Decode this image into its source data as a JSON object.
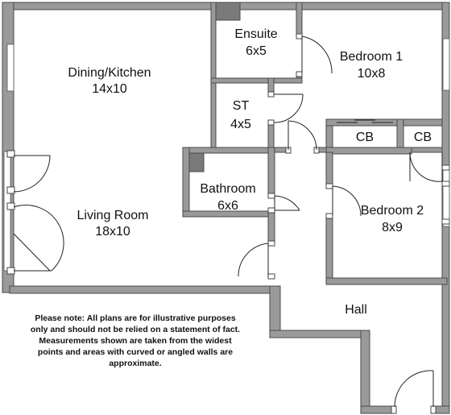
{
  "rooms": {
    "dining_kitchen": {
      "name": "Dining/Kitchen",
      "size": "14x10"
    },
    "living_room": {
      "name": "Living Room",
      "size": "18x10"
    },
    "ensuite": {
      "name": "Ensuite",
      "size": "6x5"
    },
    "bedroom1": {
      "name": "Bedroom 1",
      "size": "10x8"
    },
    "st": {
      "name": "ST",
      "size": "4x5"
    },
    "cb1": {
      "name": "CB"
    },
    "cb2": {
      "name": "CB"
    },
    "bathroom": {
      "name": "Bathroom",
      "size": "6x6"
    },
    "bedroom2": {
      "name": "Bedroom 2",
      "size": "8x9"
    },
    "hall": {
      "name": "Hall"
    }
  },
  "disclaimer": {
    "lines": [
      "Please note: All plans are for illustrative purposes",
      "only and should not be relied on a statement of fact.",
      "Measurements shown are taken from the widest",
      "points and areas with curved or angled walls are",
      "approximate."
    ]
  },
  "colors": {
    "wall": "#9a9a9a",
    "wall_dark": "#7a7a7a",
    "background": "#ffffff"
  }
}
